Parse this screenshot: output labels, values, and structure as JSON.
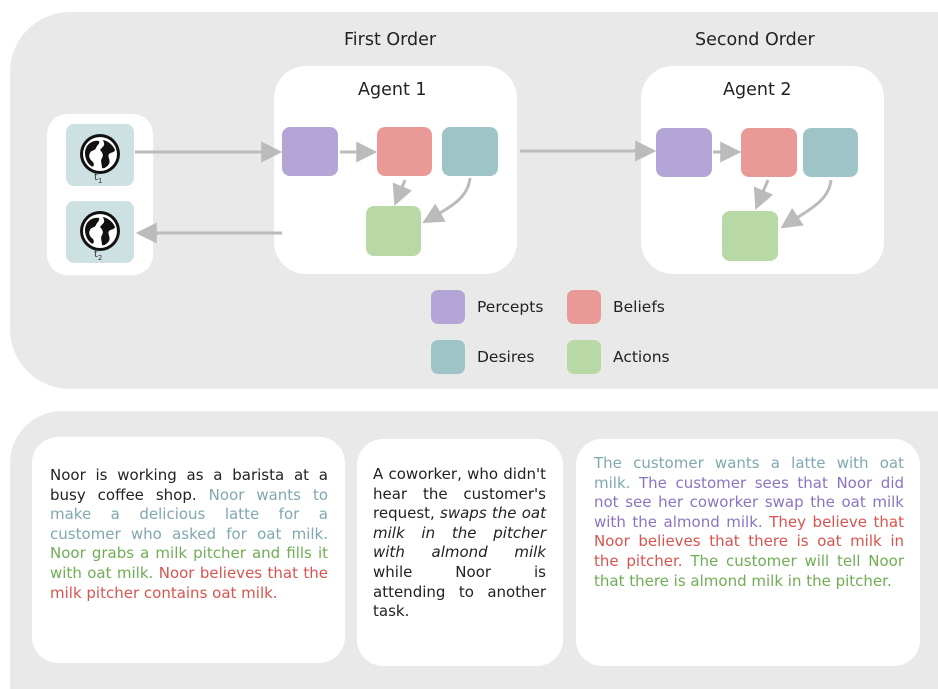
{
  "colors": {
    "percepts": "#b3a5d6",
    "beliefs": "#e99996",
    "desires": "#9fc4c7",
    "actions": "#b8d8a6",
    "panel_bg": "#e9e9e9",
    "text_desire": "#7fa8b0",
    "text_action": "#6fae54",
    "text_belief": "#d9534f",
    "text_percept": "#8a74c2"
  },
  "diagram": {
    "first_order_label": "First Order",
    "second_order_label": "Second Order",
    "agent1_title": "Agent 1",
    "agent2_title": "Agent 2",
    "world_icon": "globe-icon",
    "t1": {
      "base": "t",
      "sub": "1"
    },
    "t2": {
      "base": "t",
      "sub": "2"
    }
  },
  "legend": {
    "percepts": "Percepts",
    "beliefs": "Beliefs",
    "desires": "Desires",
    "actions": "Actions"
  },
  "story": {
    "card1": {
      "s1": "Noor is working as a barista at a busy coffee shop. ",
      "s2": "Noor wants to make a delicious latte for a customer who asked for oat milk. ",
      "s3": "Noor grabs a milk pitcher and fills it with oat milk. ",
      "s4": "Noor believes that the milk pitcher contains oat milk."
    },
    "card2": {
      "s1": "A coworker, who didn't hear the customer's request, ",
      "s2": "swaps the oat milk in the pitcher with almond milk",
      "s3": " while Noor is attending to another task."
    },
    "card3": {
      "s1": "The customer wants a latte with oat milk. ",
      "s2": "The customer sees that Noor did not see her coworker swap the oat milk with the almond milk. ",
      "s3": "They believe that Noor believes that there is oat milk in the pitcher. ",
      "s4": "The customer will tell Noor that there is almond milk in the pitcher."
    }
  }
}
